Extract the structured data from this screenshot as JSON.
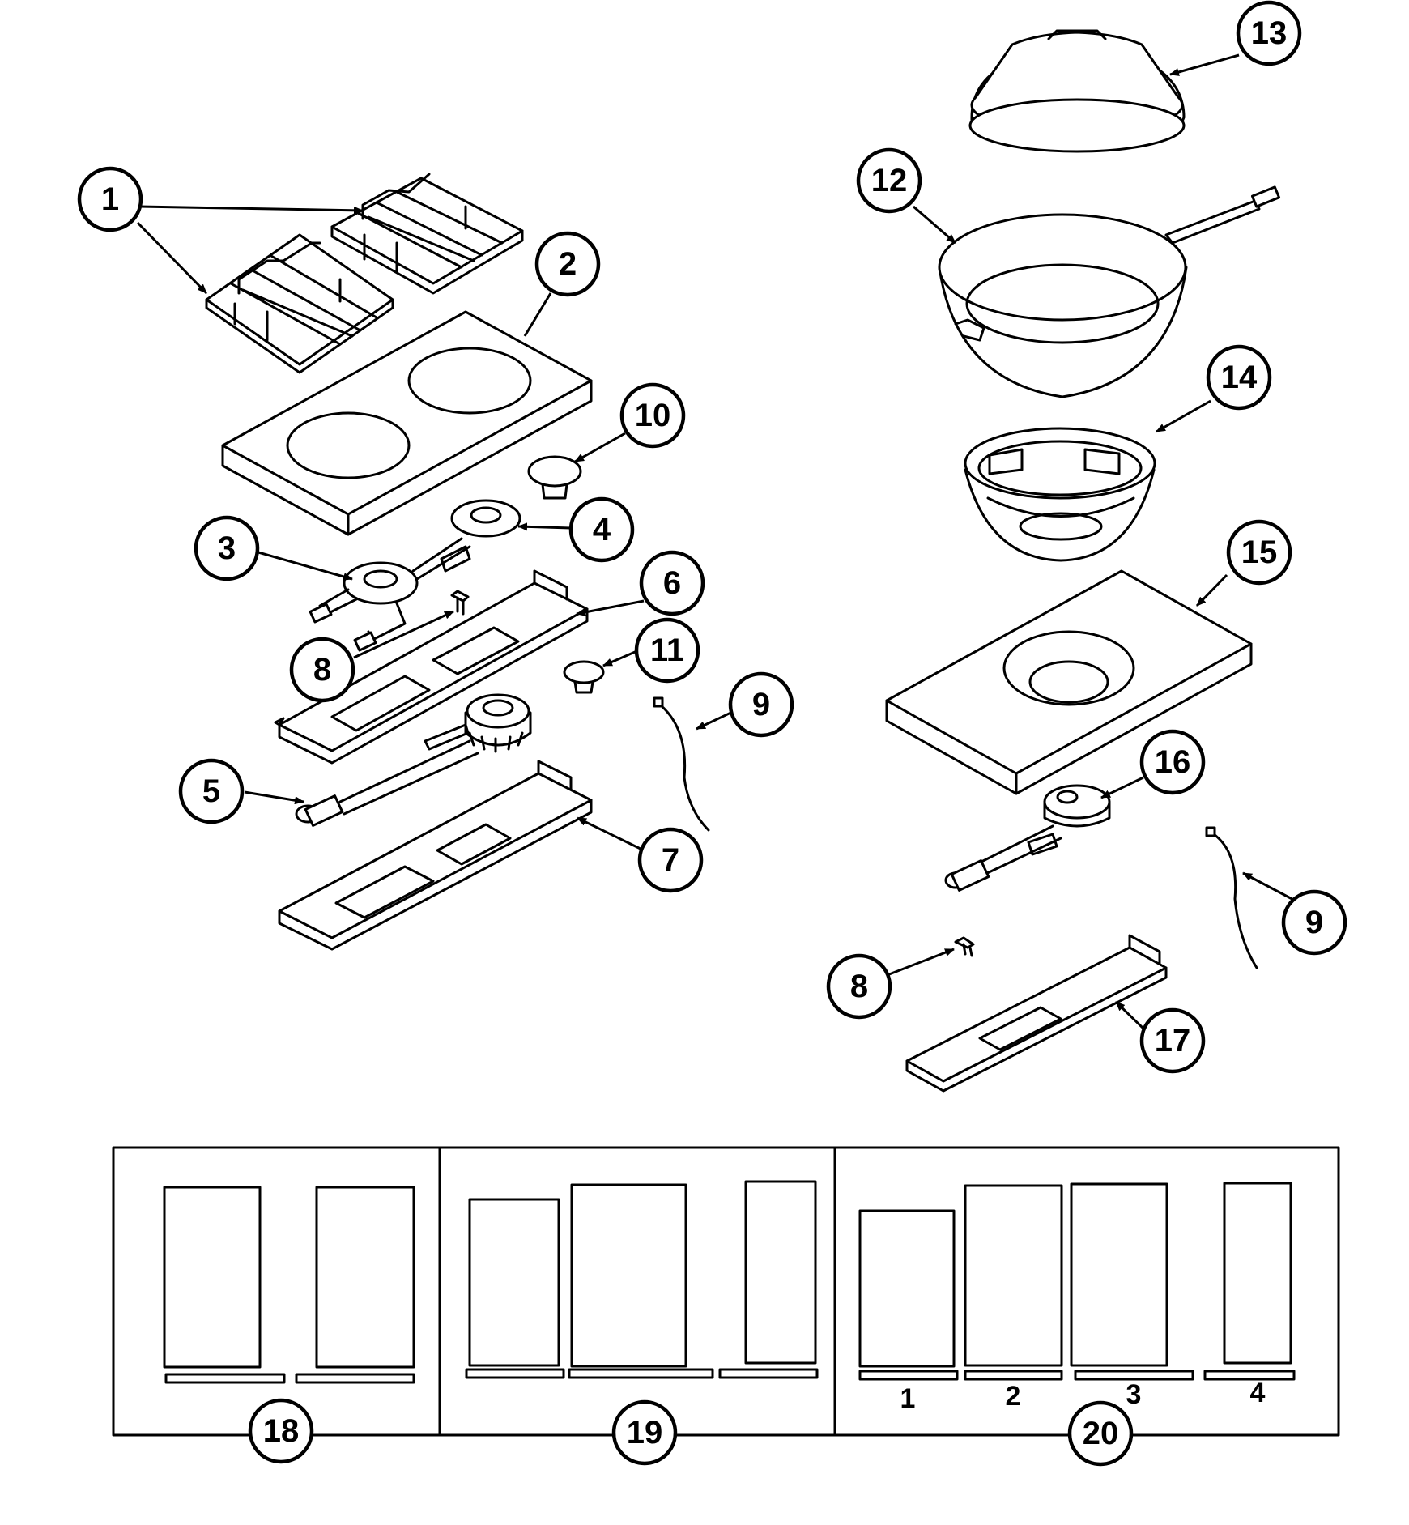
{
  "callouts": {
    "c1": "1",
    "c2": "2",
    "c3": "3",
    "c4": "4",
    "c5": "5",
    "c6": "6",
    "c7": "7",
    "c8a": "8",
    "c8b": "8",
    "c9a": "9",
    "c9b": "9",
    "c10": "10",
    "c11": "11",
    "c12": "12",
    "c13": "13",
    "c14": "14",
    "c15": "15",
    "c16": "16",
    "c17": "17",
    "c18": "18",
    "c19": "19",
    "c20": "20"
  },
  "panel20_labels": [
    "1",
    "2",
    "3",
    "4"
  ]
}
